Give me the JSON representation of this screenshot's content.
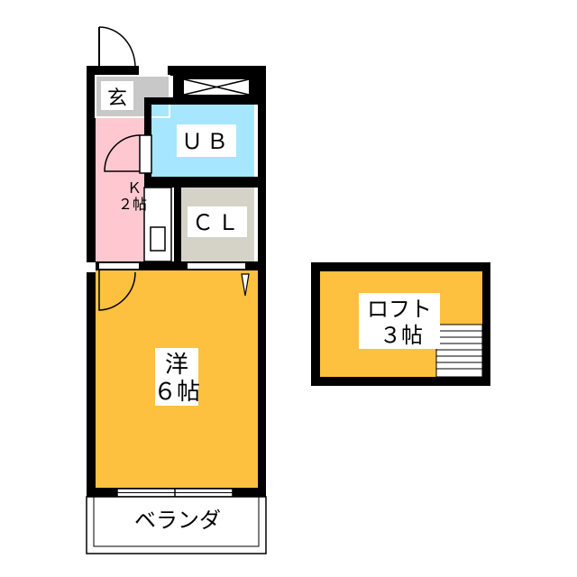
{
  "floorplan": {
    "rooms": {
      "genkan": "玄",
      "unit_bath": "ＵＢ",
      "kitchen_line1": "Ｋ",
      "kitchen_line2": "２帖",
      "closet": "ＣＬ",
      "western_room_line1": "洋",
      "western_room_line2": "６帖",
      "balcony": "ベランダ",
      "loft_line1": "ロフト",
      "loft_line2": "３帖"
    },
    "colors": {
      "wall": "#000000",
      "genkan_floor": "#c8c8c8",
      "unit_bath": "#a6e6ff",
      "kitchen": "#ffc8d0",
      "closet": "#d5d3c8",
      "western_room": "#fdc13f",
      "loft": "#fdc13f",
      "balcony": "#ffffff"
    }
  }
}
